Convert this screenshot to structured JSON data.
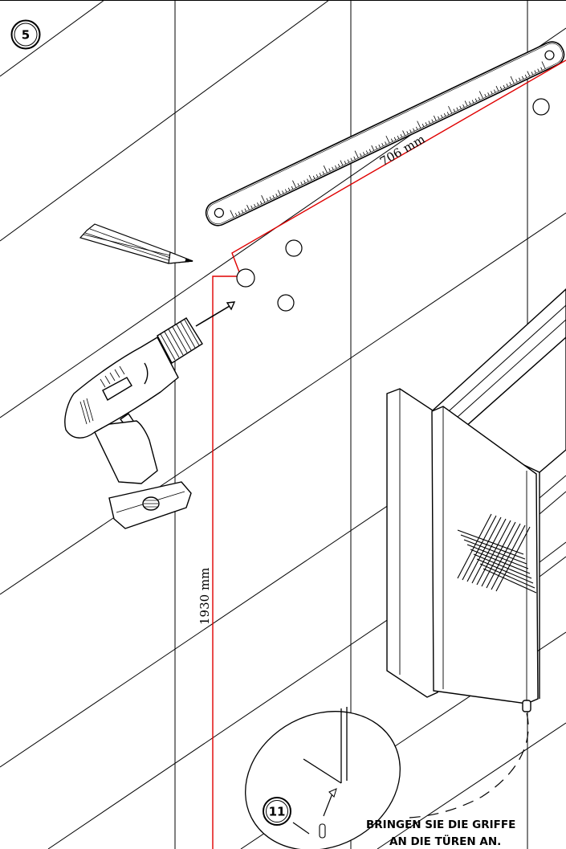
{
  "step": {
    "number": "5"
  },
  "detail": {
    "number": "11"
  },
  "measurements": {
    "horizontal": "706 mm",
    "vertical": "1930 mm"
  },
  "caption": {
    "line1": "BRINGEN SIE DIE GRIFFE",
    "line2": "AN DIE TÜREN AN."
  },
  "colors": {
    "line": "#000000",
    "measure": "#e00000",
    "background": "#ffffff"
  },
  "icons": [
    "pencil-icon",
    "ruler-icon",
    "drill-icon",
    "cabinet-icon",
    "handle-detail-icon"
  ]
}
